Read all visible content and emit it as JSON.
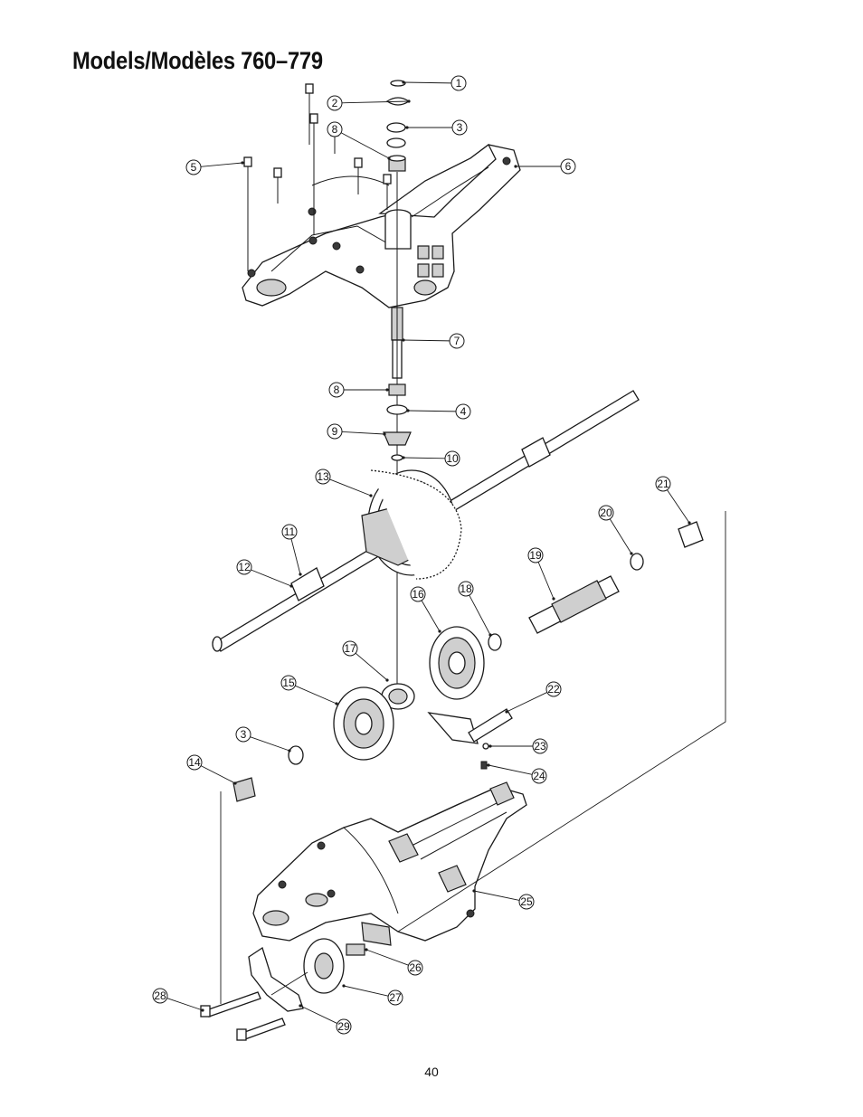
{
  "title": "Models/Modèles 760–779",
  "page_number": "40",
  "callouts": [
    {
      "label": "1"
    },
    {
      "label": "2"
    },
    {
      "label": "3"
    },
    {
      "label": "8"
    },
    {
      "label": "5"
    },
    {
      "label": "6"
    },
    {
      "label": "7"
    },
    {
      "label": "8"
    },
    {
      "label": "4"
    },
    {
      "label": "9"
    },
    {
      "label": "10"
    },
    {
      "label": "13"
    },
    {
      "label": "21"
    },
    {
      "label": "20"
    },
    {
      "label": "11"
    },
    {
      "label": "19"
    },
    {
      "label": "12"
    },
    {
      "label": "16"
    },
    {
      "label": "18"
    },
    {
      "label": "17"
    },
    {
      "label": "15"
    },
    {
      "label": "22"
    },
    {
      "label": "3"
    },
    {
      "label": "23"
    },
    {
      "label": "14"
    },
    {
      "label": "24"
    },
    {
      "label": "25"
    },
    {
      "label": "26"
    },
    {
      "label": "27"
    },
    {
      "label": "28"
    },
    {
      "label": "29"
    }
  ]
}
